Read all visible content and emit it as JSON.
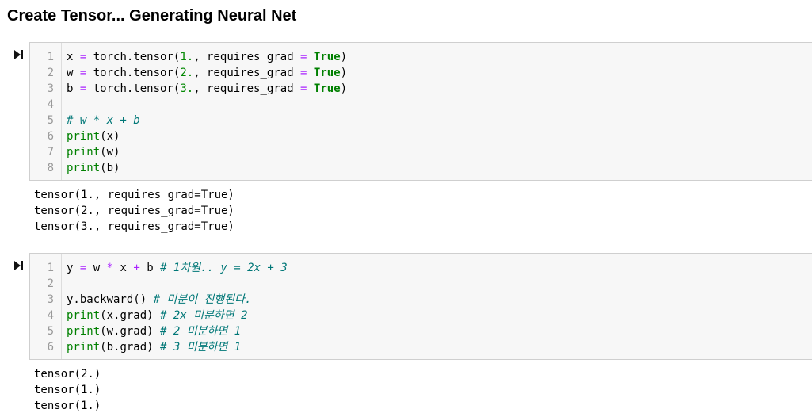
{
  "page": {
    "title": "Create Tensor... Generating Neural Net"
  },
  "cells": [
    {
      "lines": [
        {
          "n": "1",
          "tokens": [
            [
              "x",
              ""
            ],
            [
              " ",
              ""
            ],
            [
              "=",
              "op"
            ],
            [
              " torch.tensor(",
              ""
            ],
            [
              "1.",
              "num"
            ],
            [
              ", requires_grad ",
              ""
            ],
            [
              "=",
              "op"
            ],
            [
              " ",
              ""
            ],
            [
              "True",
              "const"
            ],
            [
              ")",
              ""
            ]
          ]
        },
        {
          "n": "2",
          "tokens": [
            [
              "w",
              ""
            ],
            [
              " ",
              ""
            ],
            [
              "=",
              "op"
            ],
            [
              " torch.tensor(",
              ""
            ],
            [
              "2.",
              "num"
            ],
            [
              ", requires_grad ",
              ""
            ],
            [
              "=",
              "op"
            ],
            [
              " ",
              ""
            ],
            [
              "True",
              "const"
            ],
            [
              ")",
              ""
            ]
          ]
        },
        {
          "n": "3",
          "tokens": [
            [
              "b",
              ""
            ],
            [
              " ",
              ""
            ],
            [
              "=",
              "op"
            ],
            [
              " torch.tensor(",
              ""
            ],
            [
              "3.",
              "num"
            ],
            [
              ", requires_grad ",
              ""
            ],
            [
              "=",
              "op"
            ],
            [
              " ",
              ""
            ],
            [
              "True",
              "const"
            ],
            [
              ")",
              ""
            ]
          ]
        },
        {
          "n": "4",
          "tokens": []
        },
        {
          "n": "5",
          "tokens": [
            [
              "# w * x + b",
              "comment"
            ]
          ]
        },
        {
          "n": "6",
          "tokens": [
            [
              "print",
              "builtin"
            ],
            [
              "(x)",
              ""
            ]
          ]
        },
        {
          "n": "7",
          "tokens": [
            [
              "print",
              "builtin"
            ],
            [
              "(w)",
              ""
            ]
          ]
        },
        {
          "n": "8",
          "tokens": [
            [
              "print",
              "builtin"
            ],
            [
              "(b)",
              ""
            ]
          ]
        }
      ],
      "output": [
        "tensor(1., requires_grad=True)",
        "tensor(2., requires_grad=True)",
        "tensor(3., requires_grad=True)"
      ]
    },
    {
      "lines": [
        {
          "n": "1",
          "tokens": [
            [
              "y ",
              ""
            ],
            [
              "=",
              "op"
            ],
            [
              " w ",
              ""
            ],
            [
              "*",
              "op"
            ],
            [
              " x ",
              ""
            ],
            [
              "+",
              "op"
            ],
            [
              " b ",
              ""
            ],
            [
              "# 1차원.. y = 2x + 3",
              "comment"
            ]
          ]
        },
        {
          "n": "2",
          "tokens": []
        },
        {
          "n": "3",
          "tokens": [
            [
              "y.backward() ",
              ""
            ],
            [
              "# 미분이 진행된다.",
              "comment"
            ]
          ]
        },
        {
          "n": "4",
          "tokens": [
            [
              "print",
              "builtin"
            ],
            [
              "(x.grad) ",
              ""
            ],
            [
              "# 2x 미분하면 2",
              "comment"
            ]
          ]
        },
        {
          "n": "5",
          "tokens": [
            [
              "print",
              "builtin"
            ],
            [
              "(w.grad) ",
              ""
            ],
            [
              "# 2 미분하면 1",
              "comment"
            ]
          ]
        },
        {
          "n": "6",
          "tokens": [
            [
              "print",
              "builtin"
            ],
            [
              "(b.grad) ",
              ""
            ],
            [
              "# 3 미분하면 1",
              "comment"
            ]
          ]
        }
      ],
      "output": [
        "tensor(2.)",
        "tensor(1.)",
        "tensor(1.)"
      ]
    }
  ],
  "icons": {
    "run": "run-cell-icon"
  }
}
